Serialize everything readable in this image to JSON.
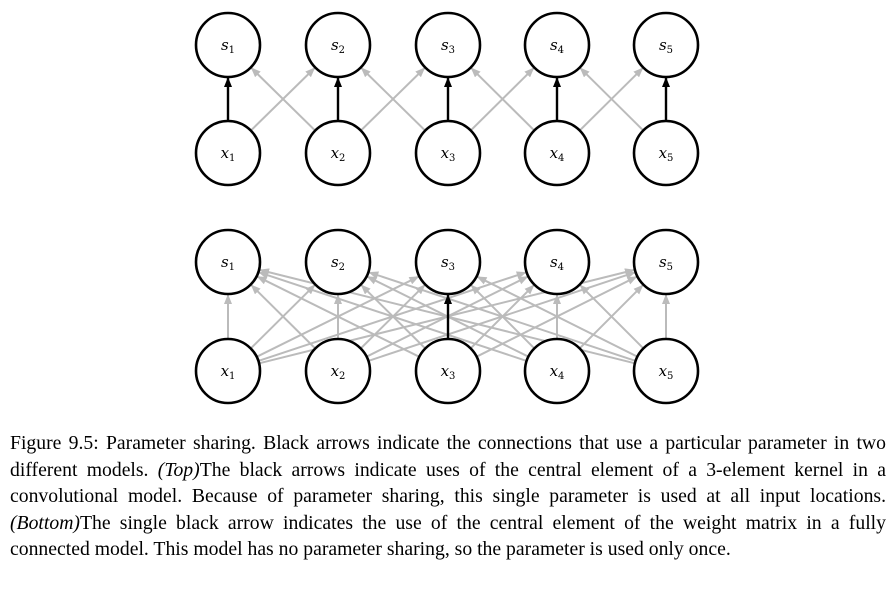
{
  "colors": {
    "background": "#ffffff",
    "node_stroke": "#000000",
    "highlight_edge": "#000000",
    "other_edge": "#bbbbbb"
  },
  "diagram": {
    "top_model": {
      "outputs": [
        {
          "sym": "s",
          "sub": "1"
        },
        {
          "sym": "s",
          "sub": "2"
        },
        {
          "sym": "s",
          "sub": "3"
        },
        {
          "sym": "s",
          "sub": "4"
        },
        {
          "sym": "s",
          "sub": "5"
        }
      ],
      "inputs": [
        {
          "sym": "x",
          "sub": "1"
        },
        {
          "sym": "x",
          "sub": "2"
        },
        {
          "sym": "x",
          "sub": "3"
        },
        {
          "sym": "x",
          "sub": "4"
        },
        {
          "sym": "x",
          "sub": "5"
        }
      ],
      "connectivity": "convolution, kernel width 3",
      "highlight": "central kernel element at every location"
    },
    "bottom_model": {
      "outputs": [
        {
          "sym": "s",
          "sub": "1"
        },
        {
          "sym": "s",
          "sub": "2"
        },
        {
          "sym": "s",
          "sub": "3"
        },
        {
          "sym": "s",
          "sub": "4"
        },
        {
          "sym": "s",
          "sub": "5"
        }
      ],
      "inputs": [
        {
          "sym": "x",
          "sub": "1"
        },
        {
          "sym": "x",
          "sub": "2"
        },
        {
          "sym": "x",
          "sub": "3"
        },
        {
          "sym": "x",
          "sub": "4"
        },
        {
          "sym": "x",
          "sub": "5"
        }
      ],
      "connectivity": "fully connected",
      "highlight": "x3 to s3 only"
    }
  },
  "caption": {
    "part1": "Figure 9.5: Parameter sharing. Black arrows indicate the connections that use a particular parameter in two different models. ",
    "top_label": "(Top)",
    "part2": "The black arrows indicate uses of the central element of a 3-element kernel in a convolutional model. Because of parameter sharing, this single parameter is used at all input locations. ",
    "bottom_label": "(Bottom)",
    "part3": "The single black arrow indicates the use of the central element of the weight matrix in a fully connected model. This model has no parameter sharing, so the parameter is used only once."
  }
}
